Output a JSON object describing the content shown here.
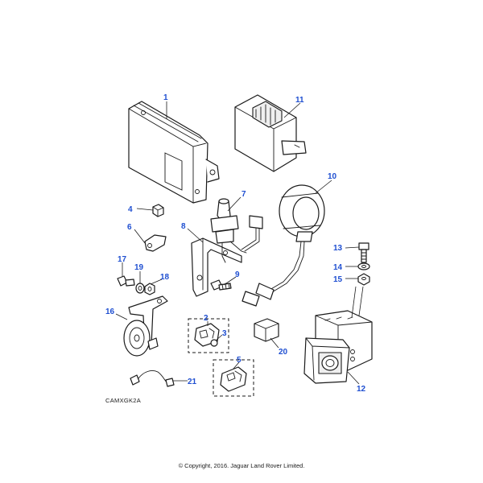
{
  "diagram": {
    "code": "CAMXGK2A",
    "copyright": "© Copyright, 2016. Jaguar Land Rover Limited.",
    "accent_color": "#1f4fd1",
    "callouts": {
      "c1": "1",
      "c2": "2",
      "c3": "3",
      "c4": "4",
      "c5": "5",
      "c6": "6",
      "c7": "7",
      "c8": "8",
      "c9": "9",
      "c10": "10",
      "c11": "11",
      "c12": "12",
      "c13": "13",
      "c14": "14",
      "c15": "15",
      "c16": "16",
      "c17": "17",
      "c18": "18",
      "c19": "19",
      "c20": "20",
      "c21": "21"
    }
  }
}
